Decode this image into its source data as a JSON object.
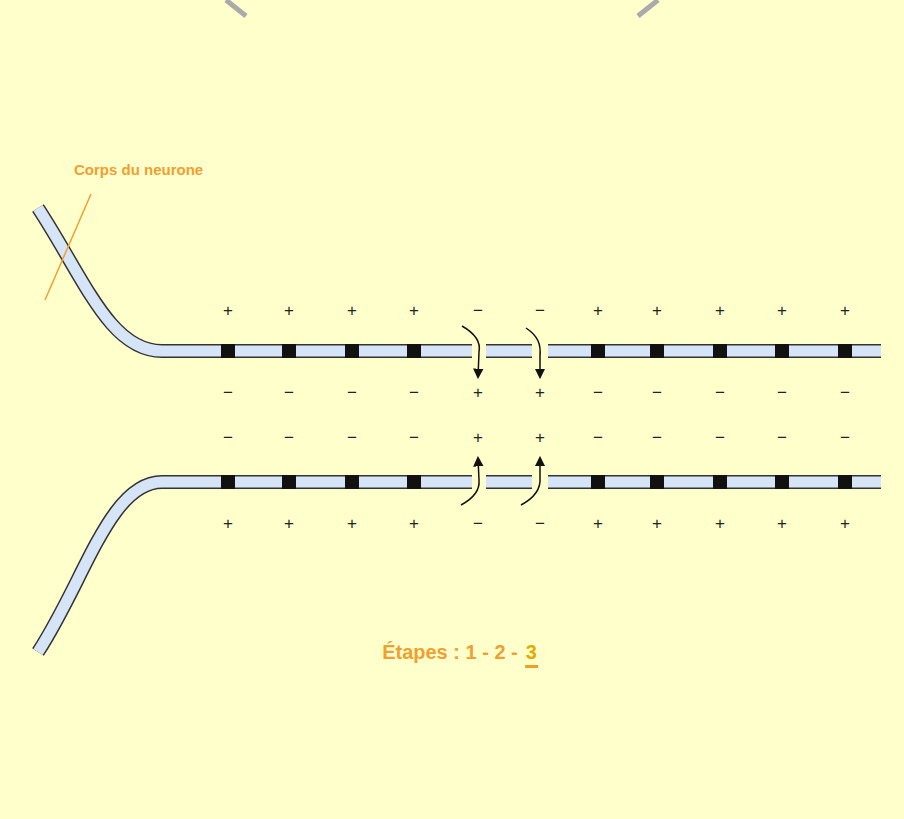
{
  "diagram": {
    "labels": [
      "Corps du neurone",
      "+",
      "+",
      "+",
      "+",
      "−",
      "−",
      "+",
      "+",
      "+",
      "+",
      "+",
      "−",
      "−",
      "−",
      "−",
      "+",
      "+",
      "−",
      "−",
      "−",
      "−",
      "−",
      "−",
      "−",
      "−",
      "−",
      "+",
      "+",
      "−",
      "−",
      "−",
      "−",
      "−",
      "+",
      "+",
      "+",
      "+",
      "−",
      "−",
      "+",
      "+",
      "+",
      "+",
      "+",
      "Étapes : 1 - 2 -",
      "3"
    ]
  }
}
